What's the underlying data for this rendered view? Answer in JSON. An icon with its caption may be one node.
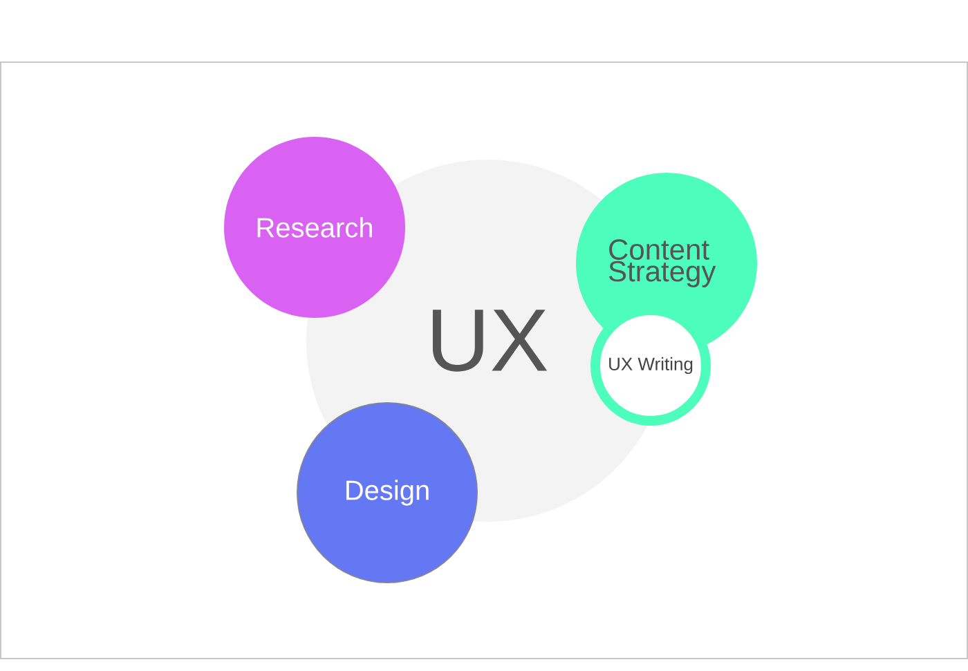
{
  "diagram": {
    "nodes": [
      {
        "text": [
          "UX"
        ]
      },
      {
        "text": [
          "Research"
        ]
      },
      {
        "text": [
          "Content Strategy"
        ]
      },
      {
        "text": [
          "UX Writing"
        ]
      },
      {
        "text": [
          "Design"
        ]
      }
    ]
  }
}
